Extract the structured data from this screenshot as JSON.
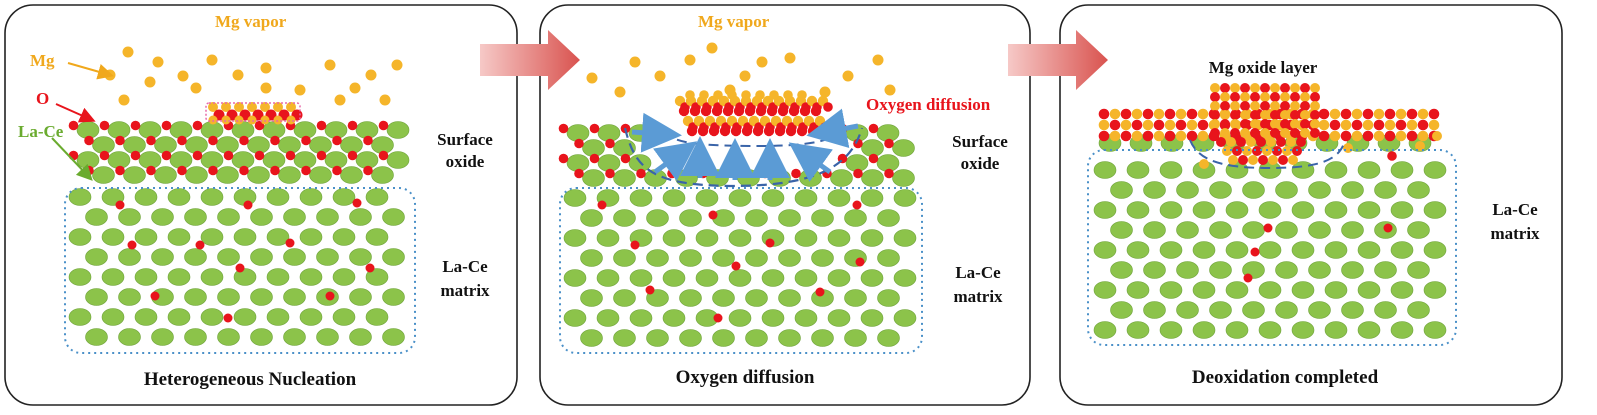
{
  "colors": {
    "matrix_atom": "#8cc34a",
    "matrix_atom_edge": "#6fa33a",
    "oxygen_atom": "#e8141c",
    "mg_atom": "#f5b52a",
    "panel_border": "#222222",
    "dashed_boundary": "#3a64a8",
    "dotted_boundary": "#4a90c8",
    "diffusion_arrow": "#5b9bd5",
    "process_arrow": "#d9534f",
    "label_mg": "#f0a81c",
    "label_oxygen": "#e8141c",
    "label_lace": "#6aab2f",
    "label_dark": "#111111"
  },
  "panels": [
    {
      "id": "nucleation",
      "caption": "Heterogeneous Nucleation",
      "vapor_label": "Mg vapor",
      "mg_label": "Mg",
      "o_label": "O",
      "lace_label": "La-Ce",
      "surface_label": [
        "Surface",
        "oxide"
      ],
      "matrix_label": [
        "La-Ce",
        "matrix"
      ]
    },
    {
      "id": "diffusion",
      "caption": "Oxygen diffusion",
      "vapor_label": "Mg vapor",
      "diffusion_label": "Oxygen diffusion",
      "surface_label": [
        "Surface",
        "oxide"
      ],
      "matrix_label": [
        "La-Ce",
        "matrix"
      ]
    },
    {
      "id": "completed",
      "caption": "Deoxidation completed",
      "layer_label": "Mg oxide layer",
      "matrix_label": [
        "La-Ce",
        "matrix"
      ]
    }
  ]
}
